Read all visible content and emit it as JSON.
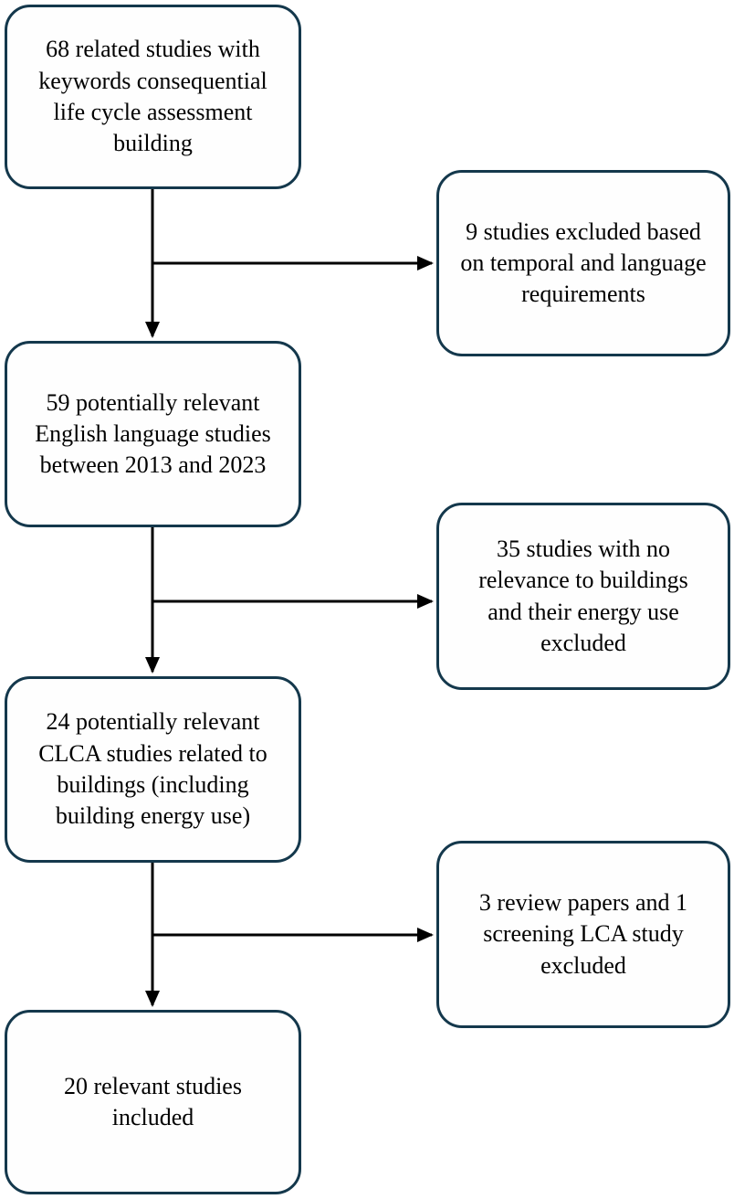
{
  "diagram": {
    "type": "flowchart",
    "left_boxes": [
      {
        "text": "68 related studies with keywords consequential life cycle assessment building"
      },
      {
        "text": "59 potentially relevant English language studies between 2013 and 2023"
      },
      {
        "text": "24 potentially relevant CLCA studies related to buildings (including building energy use)"
      },
      {
        "text": "20 relevant studies included"
      }
    ],
    "right_boxes": [
      {
        "text": "9 studies excluded based on temporal and language requirements"
      },
      {
        "text": "35 studies with no relevance to buildings and their energy use excluded"
      },
      {
        "text": "3 review papers and 1 screening LCA study excluded"
      }
    ]
  },
  "colors": {
    "box_border": "#14384c",
    "box_background": "#fefefe",
    "arrow": "#000000",
    "text": "#000000",
    "page_background": "#ffffff"
  }
}
